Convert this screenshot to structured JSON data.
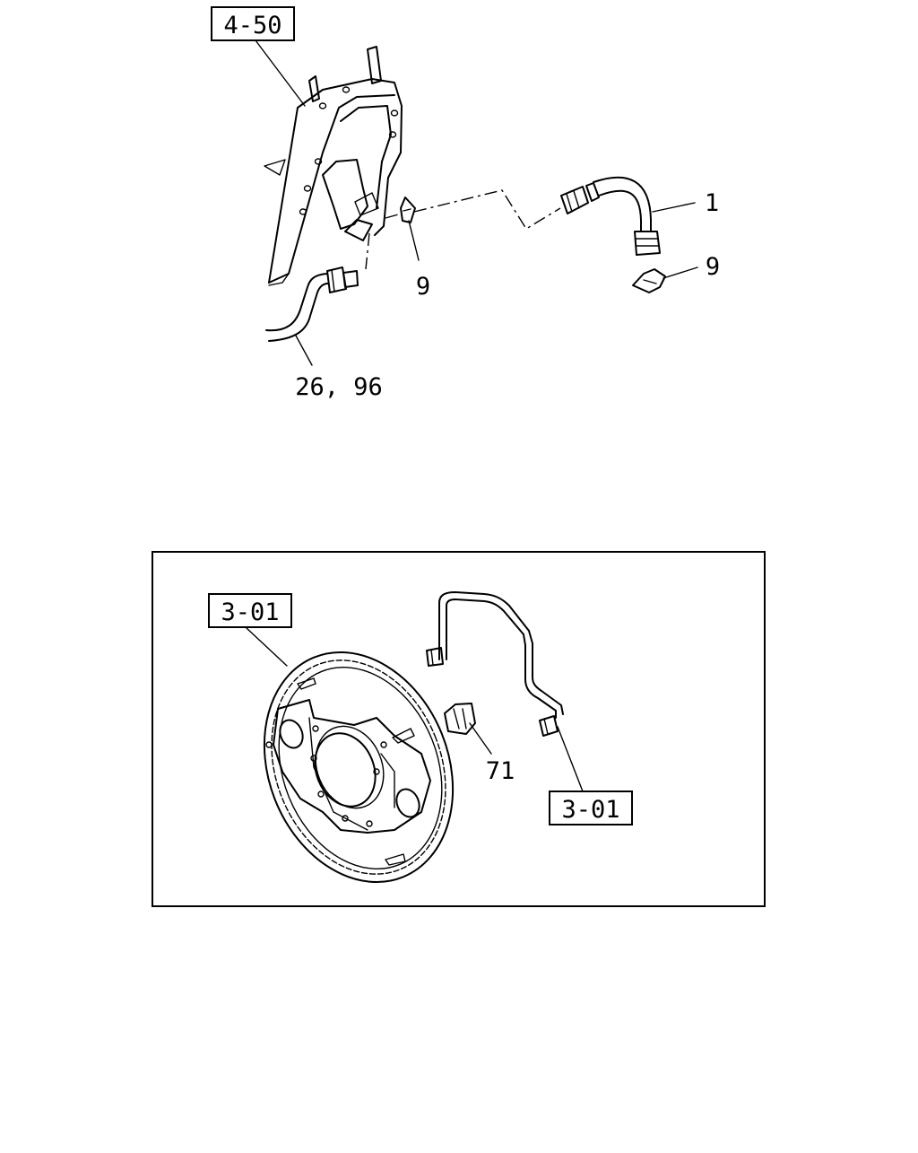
{
  "upper": {
    "ref_label": "4-50",
    "callouts": {
      "hose": "1",
      "clip_left": "9",
      "clip_right": "9",
      "pipe": "26, 96"
    }
  },
  "lower": {
    "ref_label_plate": "3-01",
    "ref_label_pipe": "3-01",
    "callouts": {
      "clip": "71"
    }
  }
}
